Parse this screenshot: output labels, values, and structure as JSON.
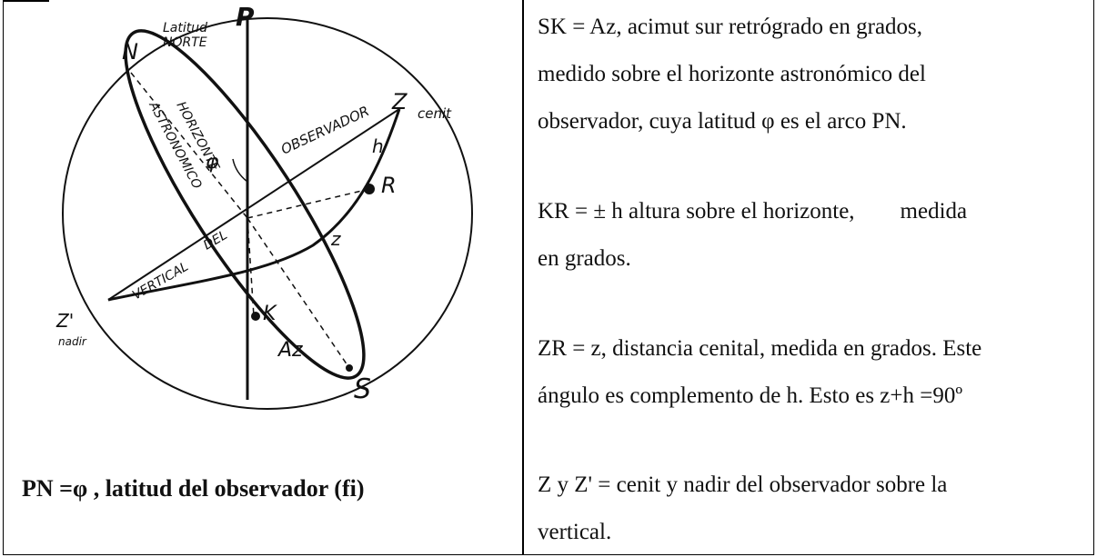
{
  "caption": "PN =φ , latitud del observador (fi)",
  "diagram": {
    "labels": {
      "P": "P",
      "N": "N",
      "latitud_norte": "Latitud\nNORTE",
      "Z": "Z",
      "cenit": "cenit",
      "phi": "φ",
      "observador": "OBSERVADOR",
      "horizonte": "HORIZONTE",
      "astronomico": "ASTRONOMICO",
      "del": "DEL",
      "vertical": "VERTICAL",
      "R": "R",
      "h": "h",
      "z": "z",
      "K": "K",
      "Az": "Az",
      "S": "S",
      "Zprime": "Z'",
      "nadir": "nadir"
    }
  },
  "paragraphs": [
    {
      "lines": [
        "SK = Az, acimut sur retrógrado en grados,",
        "medido sobre el horizonte astronómico del",
        "observador, cuya latitud φ es el arco PN."
      ]
    },
    {
      "lines": [
        "KR = ± h altura sobre el horizonte,        medida",
        "en grados."
      ]
    },
    {
      "lines": [
        "ZR = z, distancia cenital, medida en grados. Este",
        "ángulo es complemento de h. Esto es z+h =90º"
      ]
    },
    {
      "lines": [
        "Z y Z' = cenit y nadir del observador sobre la",
        "vertical."
      ]
    }
  ]
}
